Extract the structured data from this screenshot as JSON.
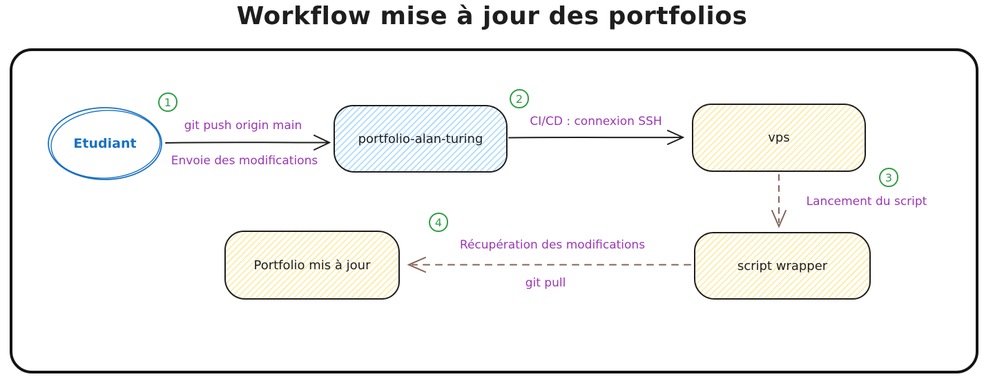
{
  "title": "Workflow mise à jour des portfolios",
  "nodes": {
    "etudiant": {
      "label": "Etudiant",
      "shape": "ellipse"
    },
    "repo": {
      "label": "portfolio-alan-turing",
      "shape": "rectangle"
    },
    "vps": {
      "label": "vps",
      "shape": "rectangle"
    },
    "script": {
      "label": "script wrapper",
      "shape": "rectangle"
    },
    "portfolio": {
      "label": "Portfolio mis à jour",
      "shape": "rectangle"
    }
  },
  "steps": [
    {
      "number": "1",
      "labels": [
        "git push origin main",
        "Envoie des modifications"
      ],
      "arrow": "solid"
    },
    {
      "number": "2",
      "labels": [
        "CI/CD : connexion SSH"
      ],
      "arrow": "solid"
    },
    {
      "number": "3",
      "labels": [
        "Lancement du script"
      ],
      "arrow": "dashed"
    },
    {
      "number": "4",
      "labels": [
        "Récupération des modifications",
        "git pull"
      ],
      "arrow": "dashed"
    }
  ],
  "colors": {
    "ink": "#1e1e1e",
    "frame": "#141414",
    "ellipse_stroke": "#1971c2",
    "edge_label": "#9c36b5",
    "step_badge": "#2f9e44",
    "dashed_arrow": "#846358",
    "blue_hachure": "#a5d8ff",
    "yellow_hachure": "#ffe896"
  }
}
